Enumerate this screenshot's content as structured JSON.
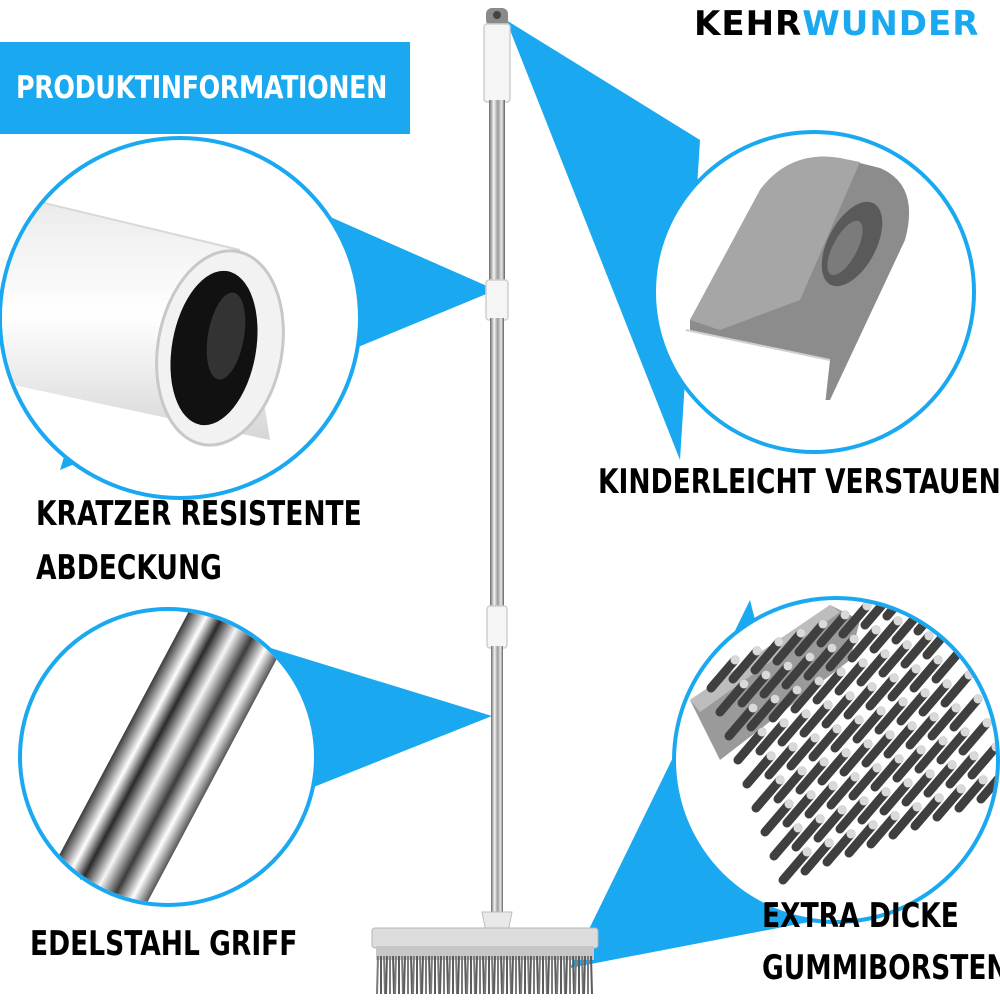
{
  "brand": {
    "part1": "KEHR",
    "part2": "WUNDER"
  },
  "banner": {
    "text": "PRODUKTINFORMATIONEN"
  },
  "features": {
    "cover": {
      "line1": "KRATZER RESISTENTE",
      "line2": "ABDECKUNG"
    },
    "storage": {
      "line1": "KINDERLEICHT VERSTAUEN"
    },
    "handle": {
      "line1": "EDELSTAHL GRIFF"
    },
    "bristles": {
      "line1": "EXTRA DICKE",
      "line2": "GUMMIBORSTEN"
    }
  },
  "colors": {
    "accent": "#1aa9f0",
    "text": "#000000",
    "background": "#ffffff"
  },
  "icons": [
    "broom-product-image",
    "cap-closeup-image",
    "hang-hole-closeup-image",
    "steel-pole-closeup-image",
    "rubber-bristles-closeup-image"
  ]
}
